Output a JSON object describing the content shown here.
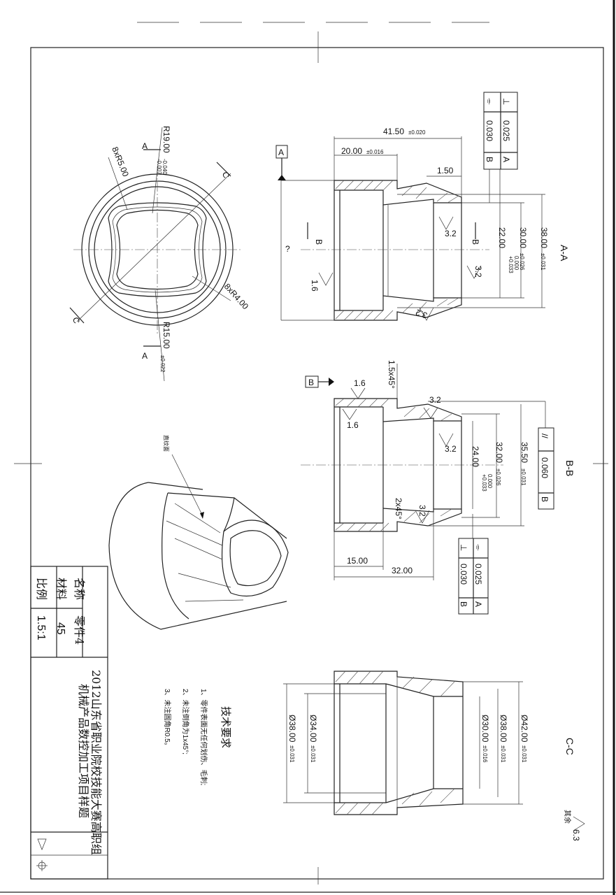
{
  "views": {
    "aa": {
      "label": "A-A"
    },
    "bb": {
      "label": "B-B"
    },
    "cc": {
      "label": "C-C"
    },
    "section_a": "A",
    "section_b": "B",
    "section_c": "C"
  },
  "datums": {
    "a": "A",
    "b": "B"
  },
  "front_view": {
    "r19": "R19.00",
    "r19_tol_upper": "-0.007",
    "r19_tol_lower": "-0.040",
    "r5": "8xR5.00",
    "r4": "8xR4.00",
    "r15": "R15.00",
    "r15_tol": "±0.022"
  },
  "aa_dims": {
    "len_total": "41.50",
    "len_total_tol": "±0.020",
    "len_20": "20.00",
    "len_20_tol": "±0.016",
    "len_150": "1.50",
    "d22": "22.00",
    "d22_tol_upper": "+0.033",
    "d22_tol_lower": "0.000",
    "d30": "30.00",
    "d30_tol": "±0.026",
    "d38": "38.00",
    "d38_tol": "±0.031",
    "rough_32a": "3.2",
    "rough_32b": "3.2",
    "rough_32c": "3.2",
    "rough_16": "1.6",
    "question": "?"
  },
  "fcf_top": {
    "row1_symbol": "⌯",
    "row1_value": "0.025",
    "row1_datum": "A",
    "row2_symbol": "⊥",
    "row2_value": "0.030",
    "row2_datum": "B"
  },
  "bb_dims": {
    "chamfer_15": "1.5x45°",
    "chamfer_2": "2x45°",
    "rough_16a": "1.6",
    "rough_16b": "1.6",
    "rough_32a": "3.2",
    "rough_32b": "3.2",
    "rough_32c": "3.2",
    "d24": "24.00",
    "d24_tol_upper": "+0.033",
    "d24_tol_lower": "0.000",
    "d32": "32.00",
    "d32_tol": "±0.026",
    "d35": "35.50",
    "d35_tol": "±0.031",
    "len_15": "15.00",
    "len_32": "32.00"
  },
  "fcf_parallel": {
    "symbol": "//",
    "value": "0.060",
    "datum": "B"
  },
  "fcf_mid": {
    "row1_symbol": "⌯",
    "row1_value": "0.025",
    "row1_datum": "A",
    "row2_symbol": "⊥",
    "row2_value": "0.030",
    "row2_datum": "B"
  },
  "iso_view": {
    "label": "直纹面"
  },
  "cc_dims": {
    "d38_out": "Ø38.00",
    "d38_out_tol": "±0.031",
    "d34": "Ø34.00",
    "d34_tol": "±0.031",
    "d30": "Ø30.00",
    "d30_tol": "±0.016",
    "d38_in": "Ø38.00",
    "d38_in_tol": "±0.031",
    "d42": "Ø42.00",
    "d42_tol": "±0.031"
  },
  "tech_req": {
    "title": "技术要求",
    "items": [
      "1、零件表面无任何划伤、毛刺;",
      "2、未注倒角为1x45°;",
      "3、未注圆角R0.5。"
    ]
  },
  "title_block": {
    "name_label": "名称",
    "name_value": "零件4",
    "material_label": "材料",
    "material_value": "45",
    "scale_label": "比例",
    "scale_value": "1.5:1",
    "title_line1": "2012山东省职业院校技能大赛高职组",
    "title_line2": "机械产品数控加工项目样题"
  },
  "roughness_note": {
    "prefix": "其余",
    "value": "6.3"
  }
}
